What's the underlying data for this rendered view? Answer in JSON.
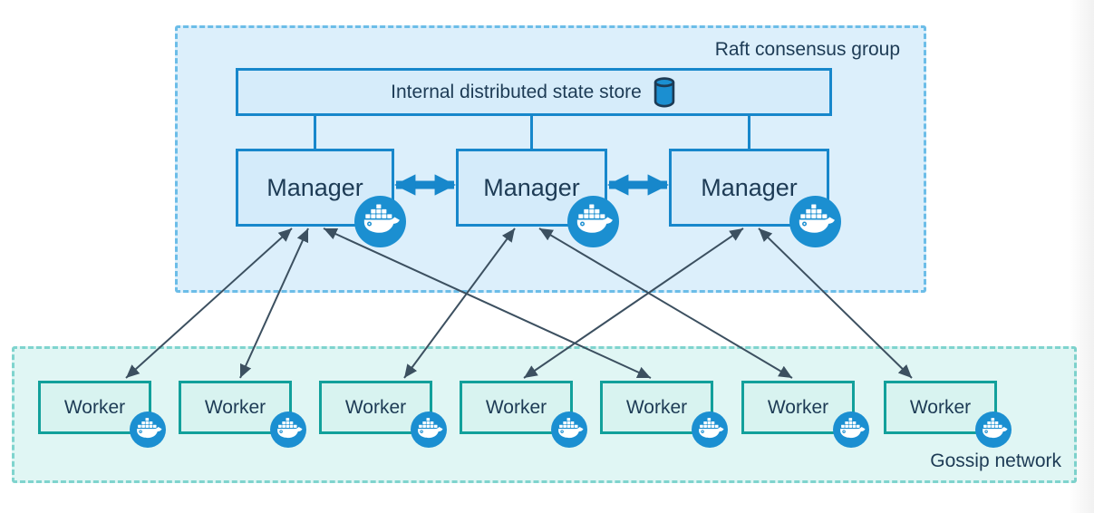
{
  "raft_group": {
    "label": "Raft consensus group"
  },
  "state_store": {
    "label": "Internal distributed state store",
    "icon": "database-cylinder-icon"
  },
  "managers": [
    {
      "label": "Manager",
      "icon": "docker-whale-icon"
    },
    {
      "label": "Manager",
      "icon": "docker-whale-icon"
    },
    {
      "label": "Manager",
      "icon": "docker-whale-icon"
    }
  ],
  "gossip_group": {
    "label": "Gossip network"
  },
  "workers": [
    {
      "label": "Worker",
      "icon": "docker-whale-icon"
    },
    {
      "label": "Worker",
      "icon": "docker-whale-icon"
    },
    {
      "label": "Worker",
      "icon": "docker-whale-icon"
    },
    {
      "label": "Worker",
      "icon": "docker-whale-icon"
    },
    {
      "label": "Worker",
      "icon": "docker-whale-icon"
    },
    {
      "label": "Worker",
      "icon": "docker-whale-icon"
    },
    {
      "label": "Worker",
      "icon": "docker-whale-icon"
    }
  ],
  "connections": {
    "store_to_managers": [
      0,
      1,
      2
    ],
    "manager_to_manager": [
      [
        0,
        1
      ],
      [
        1,
        2
      ]
    ],
    "manager_to_worker": [
      [
        0,
        0
      ],
      [
        0,
        1
      ],
      [
        0,
        4
      ],
      [
        1,
        2
      ],
      [
        1,
        5
      ],
      [
        2,
        3
      ],
      [
        2,
        6
      ]
    ]
  },
  "colors": {
    "accent_blue": "#1787cb",
    "docker_badge_blue": "#1b8fd1",
    "raft_fill": "#dceffb",
    "raft_dash": "#6cbde8",
    "blue_box_fill": "#d4ebfa",
    "gossip_fill": "#e0f6f4",
    "gossip_dash": "#7fd4ce",
    "worker_border": "#12a09b",
    "worker_fill": "#d8f3f0",
    "thin_arrow": "#3c5060",
    "text_navy": "#1d3b55"
  }
}
